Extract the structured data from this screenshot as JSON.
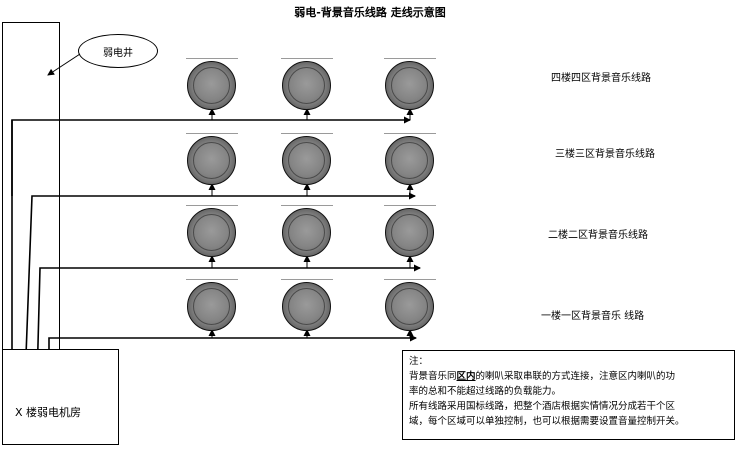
{
  "title": "弱电-背景音乐线路 走线示意图",
  "callout_label": "弱电井",
  "machine_room_label": "X 楼弱电机房",
  "zones": [
    {
      "label": "四楼四区背景音乐线路"
    },
    {
      "label": "三楼三区背景音乐线路"
    },
    {
      "label": "二楼二区背景音乐线路"
    },
    {
      "label": "一楼一区背景音乐 线路"
    }
  ],
  "note": {
    "heading": "注：",
    "line1_pre": "背景音乐同",
    "line1_hl": "区内",
    "line1_post": "的喇叭采取串联的方式连接，注意区内喇叭的功",
    "line2": "率的总和不能超过线路的负载能力。",
    "line3": "所有线路采用国标线路，把整个酒店根据实情情况分成若干个区",
    "line4": "域，每个区域可以单独控制，也可以根据需要设置音量控制开关。"
  },
  "icons": {
    "speaker": "speaker-icon",
    "arrow": "arrow-icon"
  }
}
